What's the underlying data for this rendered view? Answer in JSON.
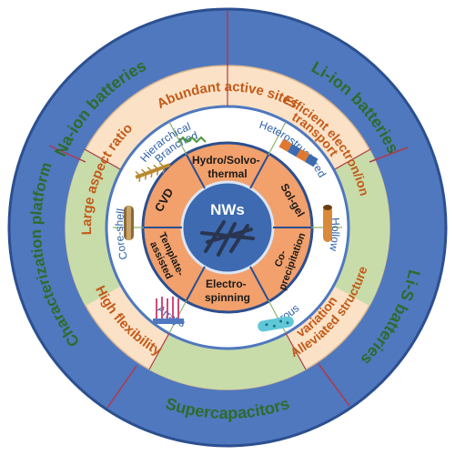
{
  "colors": {
    "outer_ring": "#4f78bf",
    "outer_ring_edge": "#2c4f8f",
    "green_ring": "#c8dcaa",
    "orange_ring": "#fbe2c6",
    "white_ring": "#ffffff",
    "core_ring": "#f2a06c",
    "center": "#3d6ab0",
    "divider_red": "#b03a48",
    "divider_green": "#8fb36a",
    "divider_blue": "#4f78bf"
  },
  "outer_ring": {
    "labels": [
      "Na-ion batteries",
      "Li-ion batteries",
      "Li-S batteries",
      "Supercapacitors",
      "Characterization platform"
    ]
  },
  "middle_ring": {
    "labels": [
      "Abundant active sites",
      "Efficient electron/ion",
      "transport",
      "Alleviated structure",
      "variation",
      "High flexibility",
      "Large aspect ratio"
    ]
  },
  "inner_ring": {
    "labels": [
      "Heterostructured",
      "Hollow",
      "Porous",
      "Arrays",
      "Core-shell",
      "Hierarchical",
      "Branched"
    ]
  },
  "core_ring": {
    "labels": [
      "Hydro/Solvo-",
      "thermal",
      "Sol-gel",
      "Co-",
      "precipitation",
      "Electro-",
      "spinning",
      "Template-",
      "assisted",
      "CVD"
    ]
  },
  "center": {
    "label": "NWs"
  }
}
